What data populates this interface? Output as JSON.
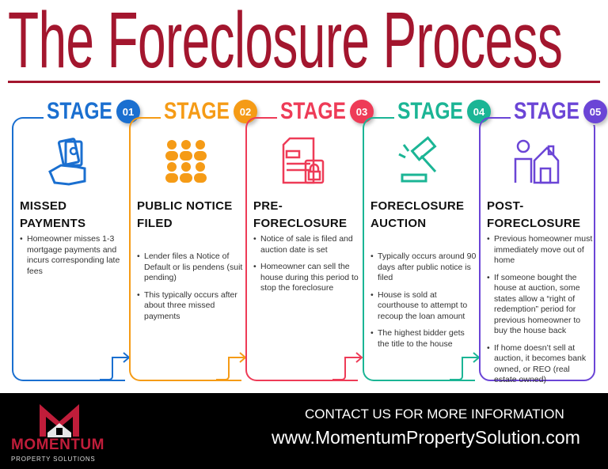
{
  "title": "The Foreclosure Process",
  "colors": {
    "title": "#a3162e",
    "stage1": "#1a6fd0",
    "stage2": "#f59b16",
    "stage3": "#ee3b57",
    "stage4": "#1bb595",
    "stage5": "#6b45d6"
  },
  "stages": [
    {
      "label": "STAGE",
      "number": "01",
      "icon": "money-hand-icon",
      "heading": "MISSED PAYMENTS",
      "bullets": [
        "Homeowner misses 1-3 mortgage payments and incurs corresponding late fees"
      ]
    },
    {
      "label": "STAGE",
      "number": "02",
      "icon": "people-group-icon",
      "heading": "PUBLIC NOTICE FILED",
      "bullets": [
        "Lender files a Notice of Default or lis pendens (suit pending)",
        "This typically occurs after about three missed payments"
      ]
    },
    {
      "label": "STAGE",
      "number": "03",
      "icon": "legal-documents-icon",
      "heading": "PRE-FORECLOSURE",
      "bullets": [
        "Notice of sale is filed and auction date is set",
        "Homeowner can sell the house during this period to stop the foreclosure"
      ]
    },
    {
      "label": "STAGE",
      "number": "04",
      "icon": "gavel-icon",
      "heading": "FORECLOSURE AUCTION",
      "bullets": [
        "Typically occurs around 90 days after public notice is filed",
        "House is sold at courthouse to attempt to recoup the loan amount",
        "The highest bidder gets the title to the house"
      ]
    },
    {
      "label": "STAGE",
      "number": "05",
      "icon": "person-house-icon",
      "heading": "POST-FORECLOSURE",
      "bullets": [
        "Previous homeowner must immediately move out of home",
        "If someone bought the house at auction, some states allow a “right of redemption” period for previous homeowner to buy the house back",
        "If home doesn’t sell at auction, it becomes bank owned, or REO (real estate owned)"
      ]
    }
  ],
  "footer": {
    "brand": "MOMENTUM",
    "brand_sub": "PROPERTY SOLUTIONS",
    "contact": "CONTACT US FOR MORE INFORMATION",
    "url": "www.MomentumPropertySolution.com"
  }
}
